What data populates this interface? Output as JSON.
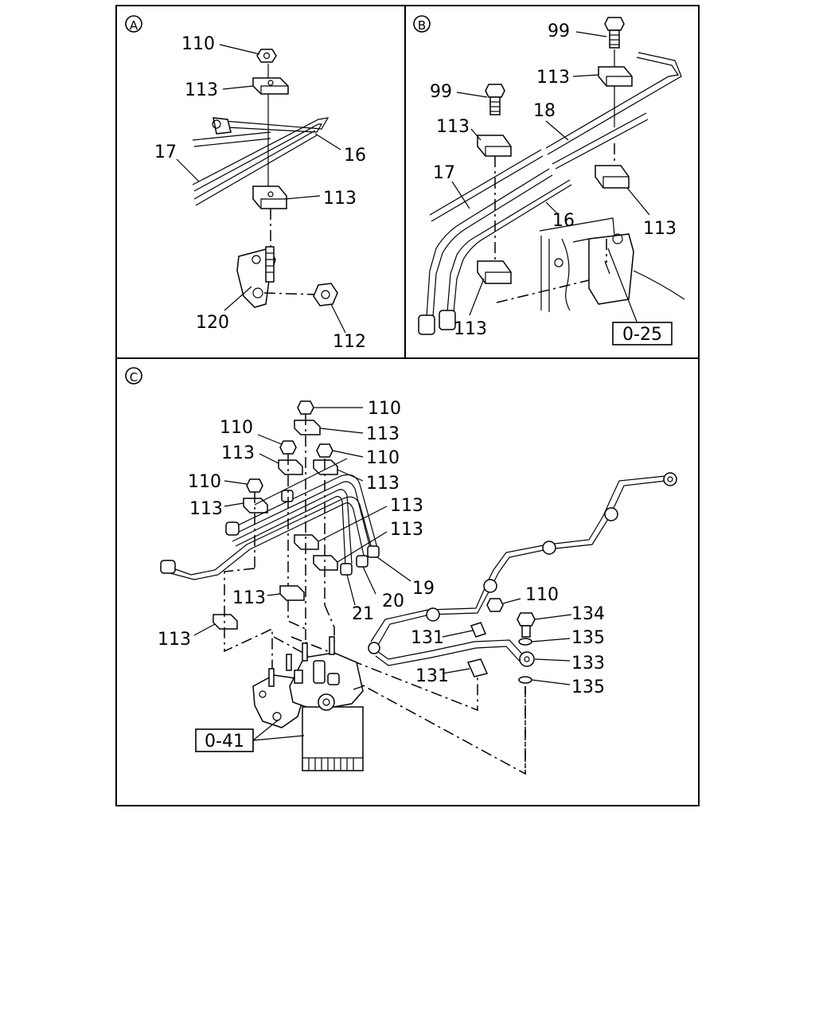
{
  "panels": {
    "a": {
      "id": "A",
      "labels": {
        "p110": "110",
        "p113_top": "113",
        "p17": "17",
        "p16": "16",
        "p113_bottom": "113",
        "p120": "120",
        "p112": "112"
      }
    },
    "b": {
      "id": "B",
      "labels": {
        "p99_right": "99",
        "p113_top_right": "113",
        "p99_left": "99",
        "p18": "18",
        "p113_left": "113",
        "p17": "17",
        "p16": "16",
        "p113_right": "113",
        "p113_bottom": "113",
        "ref": "0-25"
      }
    },
    "c": {
      "id": "C",
      "labels": {
        "p110_a": "110",
        "p113_a": "113",
        "p110_b": "110",
        "p113_b": "113",
        "p110_c": "110",
        "p110_d": "110",
        "p113_c": "113",
        "p113_d": "113",
        "p113_e": "113",
        "p113_f": "113",
        "p19": "19",
        "p20": "20",
        "p21": "21",
        "p113_g": "113",
        "p113_h": "113",
        "p110_e": "110",
        "p134": "134",
        "p131_top": "131",
        "p135_top": "135",
        "p133": "133",
        "p131_bottom": "131",
        "p135_bottom": "135",
        "ref": "0-41"
      }
    }
  }
}
